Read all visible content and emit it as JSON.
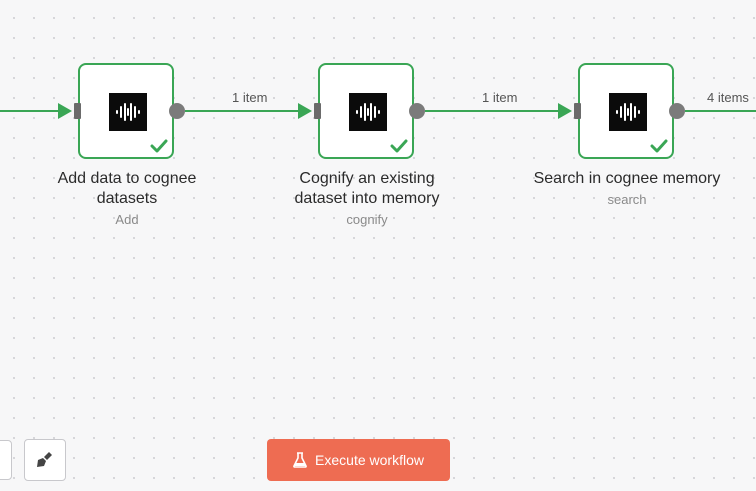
{
  "colors": {
    "success": "#3aa655",
    "execute_button": "#ee6c52",
    "canvas_background": "#f7f7f8"
  },
  "connections": [
    {
      "label": "1 item"
    },
    {
      "label": "1 item"
    },
    {
      "label": "4 items"
    }
  ],
  "nodes": [
    {
      "title_line1": "Add data to cognee",
      "title_line2": "datasets",
      "subtitle": "Add",
      "icon": "cognee-waveform-icon",
      "status": "success"
    },
    {
      "title_line1": "Cognify an existing",
      "title_line2": "dataset into memory",
      "subtitle": "cognify",
      "icon": "cognee-waveform-icon",
      "status": "success"
    },
    {
      "title_line1": "Search in cognee memory",
      "title_line2": "",
      "subtitle": "search",
      "icon": "cognee-waveform-icon",
      "status": "success"
    }
  ],
  "controls": {
    "execute_label": "Execute workflow",
    "execute_icon": "flask-icon",
    "clear_icon": "broom-icon"
  }
}
